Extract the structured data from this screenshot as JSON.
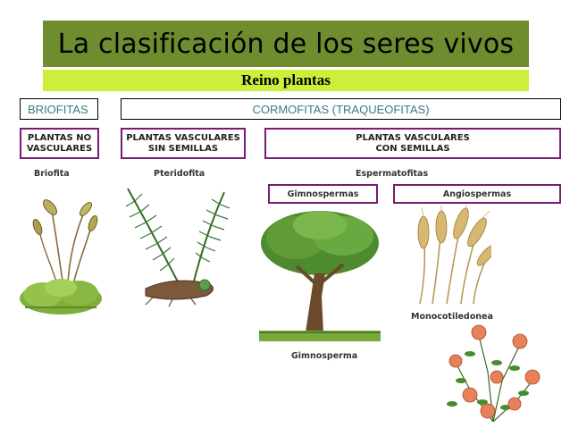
{
  "title": "La clasificación de los seres vivos",
  "subtitle": "Reino plantas",
  "boxes": {
    "briofitas": "BRIOFITAS",
    "cormofitas": "CORMOFITAS (TRAQUEOFITAS)",
    "no_vasculares_1": "PLANTAS NO",
    "no_vasculares_2": "VASCULARES",
    "sin_semillas_1": "PLANTAS  VASCULARES",
    "sin_semillas_2": "SIN SEMILLAS",
    "con_semillas_1": "PLANTAS  VASCULARES",
    "con_semillas_2": "CON SEMILLAS",
    "gimnospermas": "Gimnospermas",
    "angiospermas": "Angiospermas"
  },
  "labels": {
    "briofita": "Briofita",
    "pteridofita": "Pteridofita",
    "espermatofitas": "Espermatofitas",
    "monocotiledonea": "Monocotiledonea",
    "gimnosperma": "Gimnosperma"
  },
  "colors": {
    "title_bar": "#6f8d2f",
    "subtitle_bar": "#ccef3c",
    "box_border_purple": "#7a1a73",
    "outline_text": "#3a7a8a"
  },
  "icons": [
    "moss-icon",
    "fern-icon",
    "tree-icon",
    "wheat-icon",
    "rose-icon"
  ]
}
